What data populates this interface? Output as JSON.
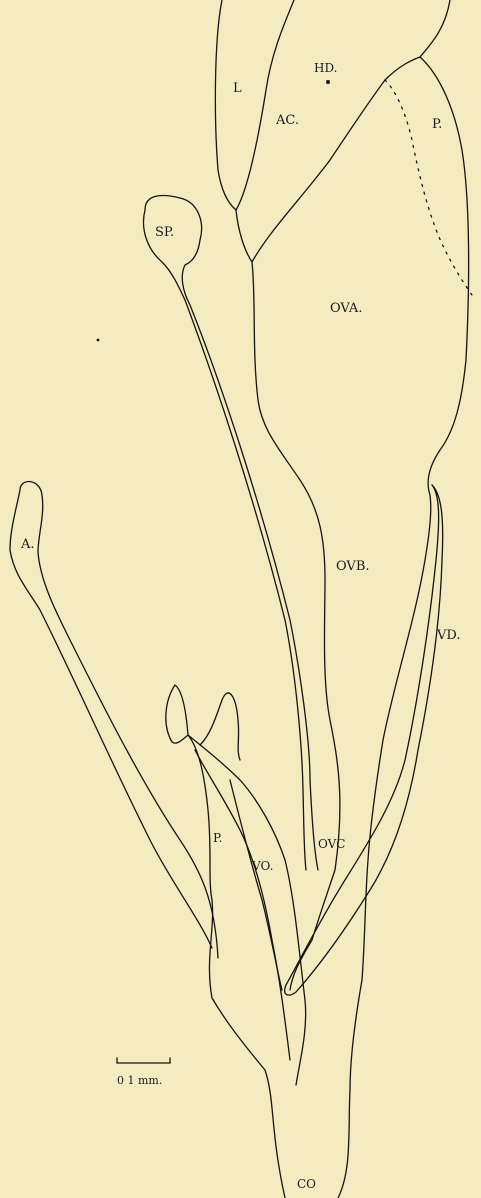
{
  "labels": {
    "l": "L",
    "hd": "HD.",
    "ac": "AC.",
    "p_upper": "P.",
    "sp": "SP.",
    "ova": "OVA.",
    "a": "A.",
    "ovb": "OVB.",
    "vd": "VD.",
    "p_lower": "P.",
    "vo": "VO.",
    "ovc": "OVC",
    "scale": "0 1 mm.",
    "co": "CO"
  },
  "colors": {
    "paper": "#f5ebc1",
    "ink": "#141414"
  }
}
